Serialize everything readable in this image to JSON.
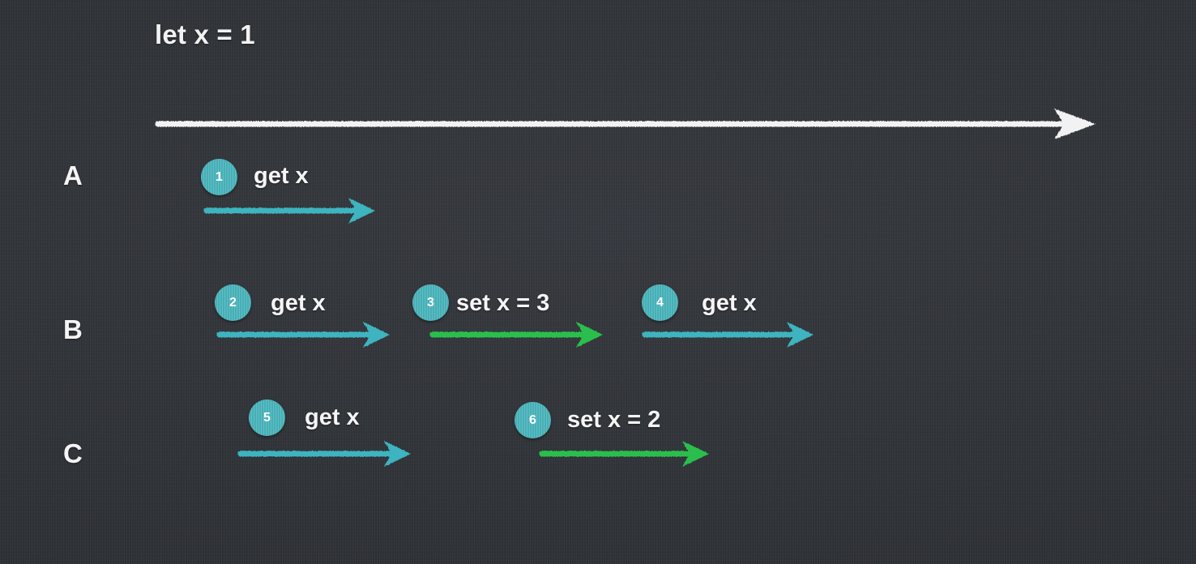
{
  "slide": {
    "background_color": "#32353b",
    "title": "let x = 1"
  },
  "palette": {
    "teal": "#3cb4c0",
    "badge_teal": "#4cb9c0",
    "green": "#2bbf4e",
    "white": "#f2f2f2"
  },
  "main_timeline": {
    "name": "time-axis",
    "arrow_color": "#f2f2f2"
  },
  "rows": [
    {
      "label": "A",
      "operations": [
        {
          "number": "1",
          "text": "get x",
          "kind": "get",
          "color": "#3cb4c0"
        }
      ]
    },
    {
      "label": "B",
      "operations": [
        {
          "number": "2",
          "text": "get x",
          "kind": "get",
          "color": "#3cb4c0"
        },
        {
          "number": "3",
          "text": "set x = 3",
          "kind": "set",
          "color": "#2bbf4e"
        },
        {
          "number": "4",
          "text": "get x",
          "kind": "get",
          "color": "#3cb4c0"
        }
      ]
    },
    {
      "label": "C",
      "operations": [
        {
          "number": "5",
          "text": "get x",
          "kind": "get",
          "color": "#3cb4c0"
        },
        {
          "number": "6",
          "text": "set x = 2",
          "kind": "set",
          "color": "#2bbf4e"
        }
      ]
    }
  ],
  "dividers": [
    {
      "name": "divider-after-a"
    },
    {
      "name": "divider-after-b"
    },
    {
      "name": "divider-after-c"
    }
  ]
}
